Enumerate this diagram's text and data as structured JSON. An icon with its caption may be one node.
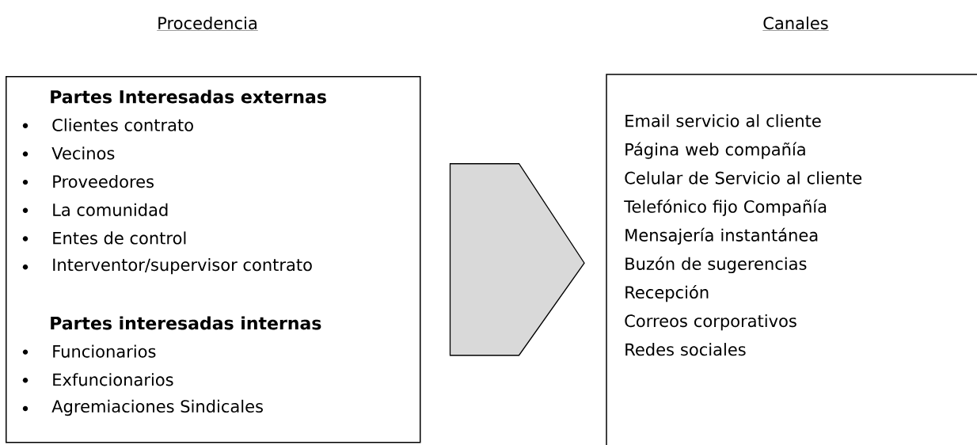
{
  "diagram": {
    "nodes": [
      {
        "text": [
          "Partes Interesadas externas",
          "Clientes contrato",
          "Vecinos",
          "Proveedores",
          "La comunidad",
          "Entes de control",
          "Interventor/supervisor contrato",
          "Partes interesadas internas",
          "Funcionarios",
          "Exfuncionarios",
          "Agremiaciones Sindicales"
        ]
      },
      {
        "text": [
          "Email servicio al cliente",
          "Página web compañía",
          "Celular de Servicio al cliente",
          "Telefónico fijo Compañía",
          "Mensajería instantánea",
          "Buzón de sugerencias",
          "Recepción",
          "Correos corporativos",
          "Redes sociales"
        ]
      }
    ],
    "edges": [
      {
        "from": 0,
        "to": 1,
        "arrow": "to"
      }
    ],
    "labels": [
      "Procedencia",
      "Canales"
    ]
  }
}
